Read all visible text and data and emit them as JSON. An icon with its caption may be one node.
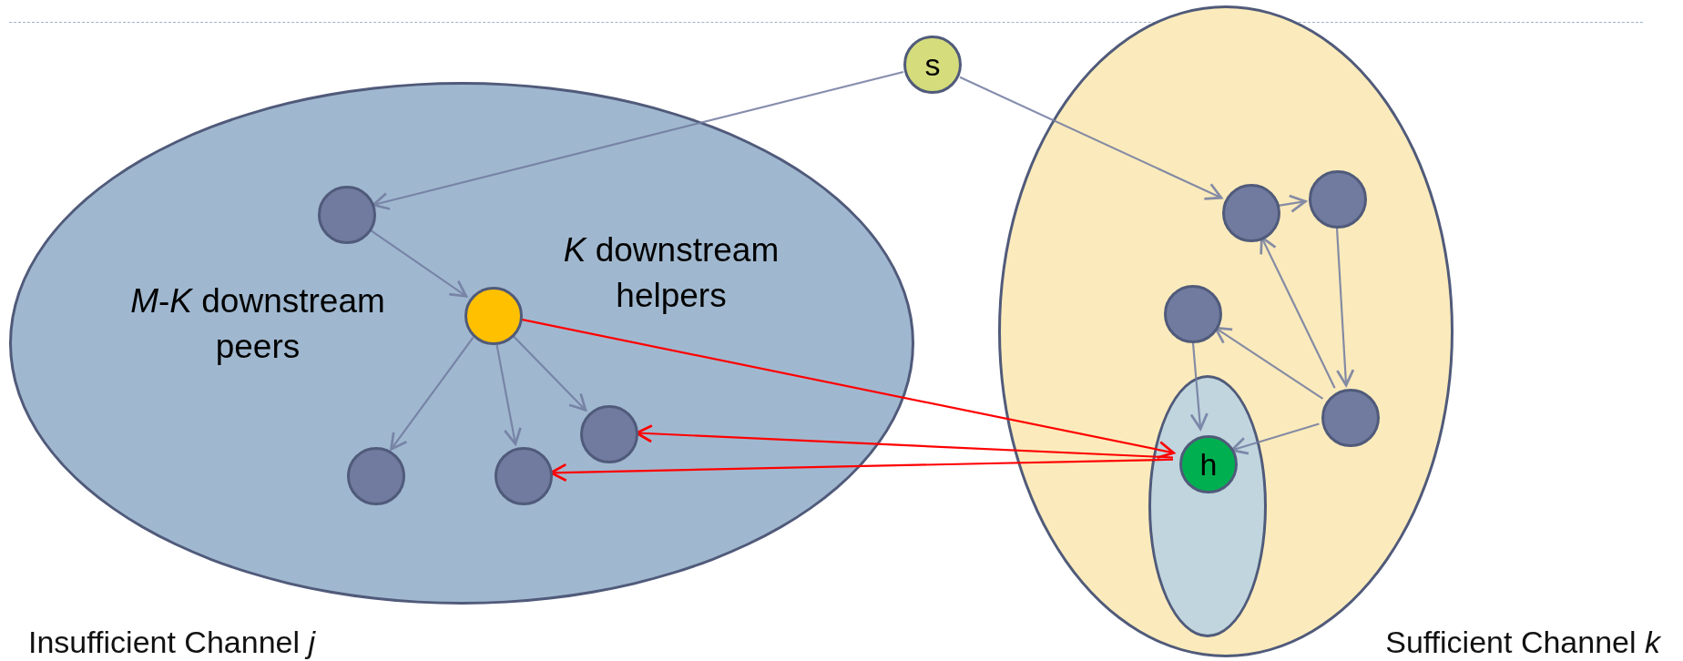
{
  "diagram": {
    "nodes": [
      {
        "text": [
          "s"
        ]
      },
      {
        "text": [
          "Insufficient Channel *j*"
        ]
      },
      {
        "text": [],
        "shape": "circle",
        "in": 1
      },
      {
        "text": [],
        "shape": "circle",
        "in": 1
      },
      {
        "text": [],
        "shape": "circle",
        "in": 1
      },
      {
        "text": [],
        "shape": "circle",
        "in": 1
      },
      {
        "text": [],
        "shape": "circle",
        "in": 1
      },
      {
        "text": [
          "Sufficient Channel *k*"
        ]
      },
      {
        "text": [],
        "shape": "circle",
        "in": 7
      },
      {
        "text": [],
        "shape": "circle",
        "in": 7
      },
      {
        "text": [],
        "shape": "circle",
        "in": 7
      },
      {
        "text": [],
        "shape": "ellipse",
        "in": 7
      },
      {
        "text": [
          "h"
        ],
        "in": 11
      },
      {
        "text": [],
        "shape": "circle",
        "in": 7
      }
    ],
    "edges": [
      {
        "from": 0,
        "to": 2,
        "arrow": "to"
      },
      {
        "from": 0,
        "to": 8,
        "arrow": "to"
      },
      {
        "from": 2,
        "to": 3,
        "arrow": "to"
      },
      {
        "from": 3,
        "to": 5,
        "arrow": "to"
      },
      {
        "from": 3,
        "to": 6,
        "arrow": "to"
      },
      {
        "from": 3,
        "to": 4,
        "arrow": "to"
      },
      {
        "from": 3,
        "to": 12,
        "arrow": "to",
        "color": "#ff0000"
      },
      {
        "from": 12,
        "to": 4,
        "arrow": "to",
        "color": "#ff0000"
      },
      {
        "from": 12,
        "to": 6,
        "arrow": "to",
        "color": "#ff0000"
      },
      {
        "from": 8,
        "to": 9,
        "arrow": "to"
      },
      {
        "from": 9,
        "to": 13,
        "arrow": "to"
      },
      {
        "from": 13,
        "to": 8,
        "arrow": "to"
      },
      {
        "from": 13,
        "to": 10,
        "arrow": "to"
      },
      {
        "from": 10,
        "to": 12,
        "arrow": "to"
      },
      {
        "from": 13,
        "to": 12,
        "arrow": "to"
      }
    ],
    "labels": [
      "*K* downstream helpers",
      "*M*-*K* downstream peers"
    ]
  }
}
